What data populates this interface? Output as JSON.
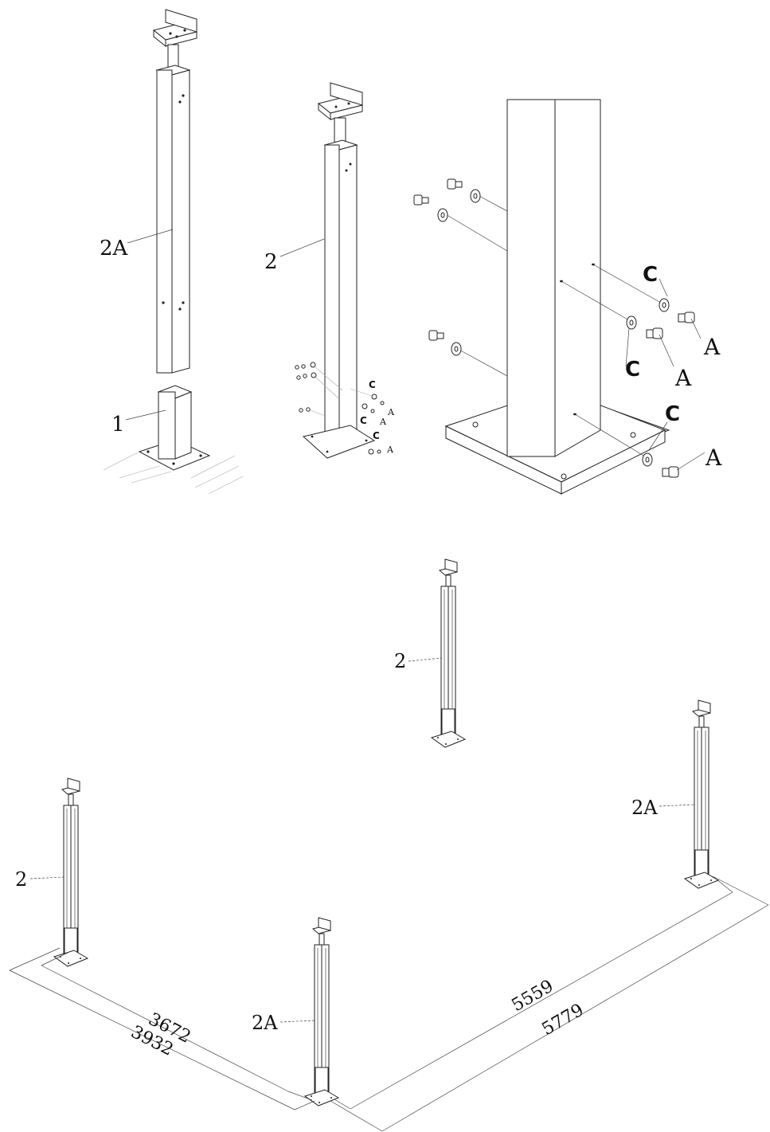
{
  "callouts": {
    "top_left_post": "2A",
    "top_left_base": "1",
    "top_mid_post": "2",
    "detail_c1": "C",
    "detail_c2": "C",
    "detail_c3": "C",
    "detail_a1": "A",
    "detail_a2": "A",
    "detail_a3": "A",
    "mid_c1": "C",
    "mid_c2": "C",
    "mid_c3": "C",
    "mid_a1": "A",
    "mid_a2": "A",
    "mid_a3": "A",
    "layout_back_post": "2",
    "layout_left_post": "2",
    "layout_front_post": "2A",
    "layout_right_post": "2A"
  },
  "dimensions": {
    "left_inner": "3672",
    "left_outer": "3932",
    "right_inner": "5559",
    "right_outer": "5779"
  }
}
